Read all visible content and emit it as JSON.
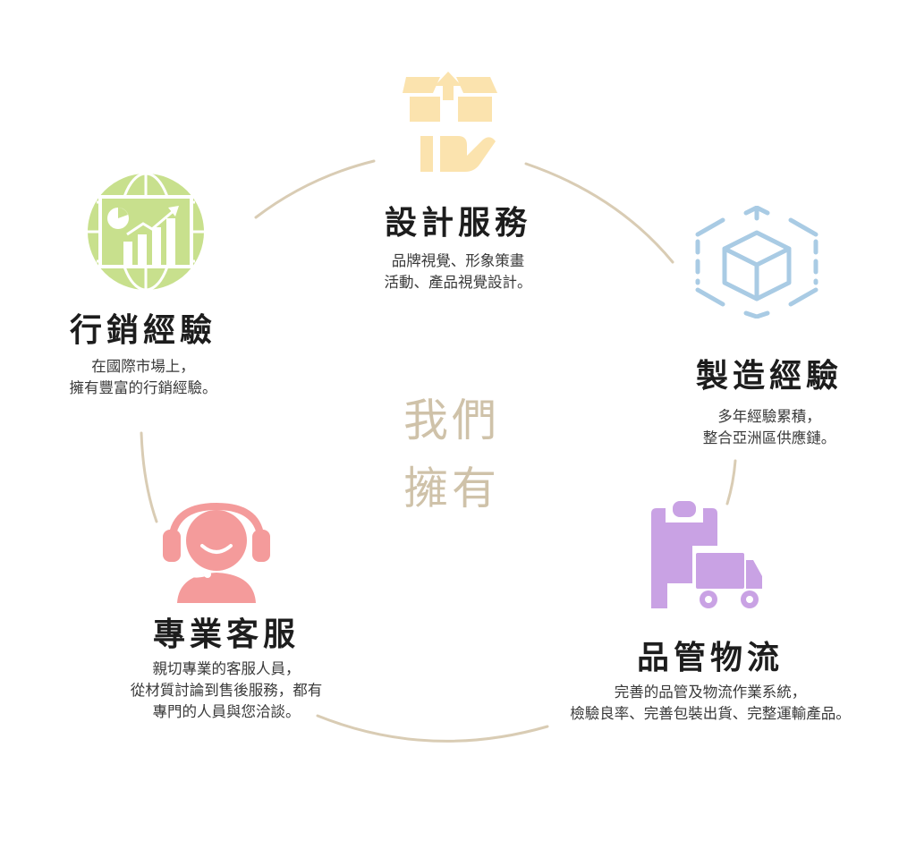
{
  "center": {
    "line1": "我們",
    "line2": "擁有"
  },
  "nodes": [
    {
      "id": "design",
      "title": "設計服務",
      "desc": [
        "品牌視覺、形象策畫",
        "活動、產品視覺設計。"
      ],
      "color": "#fbe3ae",
      "icon": "box-hand-icon"
    },
    {
      "id": "manufacturing",
      "title": "製造經驗",
      "desc": [
        "多年經驗累積，",
        "整合亞洲區供應鏈。"
      ],
      "color": "#a9cbe4",
      "icon": "cube-icon"
    },
    {
      "id": "qc",
      "title": "品管物流",
      "desc": [
        "完善的品管及物流作業系統，",
        "檢驗良率、完善包裝出貨、完整運輸產品。"
      ],
      "color": "#c9a2e4",
      "icon": "clipboard-truck-icon"
    },
    {
      "id": "service",
      "title": "專業客服",
      "desc": [
        "親切專業的客服人員，",
        "從材質討論到售後服務，都有",
        "專門的人員與您洽談。"
      ],
      "color": "#f49b9b",
      "icon": "headset-agent-icon"
    },
    {
      "id": "marketing",
      "title": "行銷經驗",
      "desc": [
        "在國際市場上，",
        "擁有豐富的行銷經驗。"
      ],
      "color": "#c8e08d",
      "icon": "globe-chart-icon"
    }
  ],
  "colors": {
    "arc": "#d9ccb4",
    "center_text": "#cfc2a9"
  }
}
